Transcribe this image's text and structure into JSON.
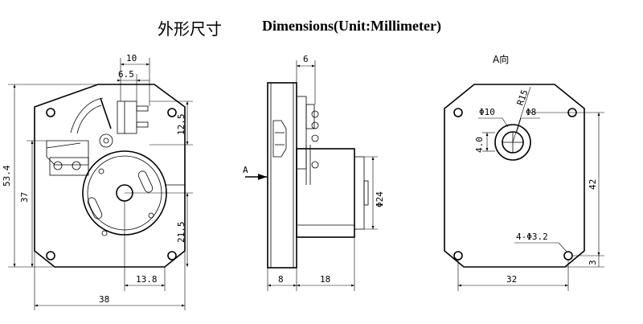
{
  "title": {
    "chinese": "外形尺寸",
    "english": "Dimensions(Unit:Millimeter)"
  },
  "front_view": {
    "dims": {
      "top_width": "10",
      "top_inner": "6.5",
      "right_upper": "12.5",
      "left_height": "53.4",
      "left_inner": "37",
      "right_lower": "21.5",
      "bottom_inner": "13.8",
      "bottom_width": "38"
    }
  },
  "side_view": {
    "dims": {
      "top_width": "6",
      "motor_diameter": "Φ24",
      "bottom_plate": "8",
      "bottom_motor": "18"
    },
    "arrow_label": "A"
  },
  "rear_view": {
    "view_label": "A向",
    "dims": {
      "radius": "R15",
      "hole_outer": "Φ10",
      "hole_inner": "Φ8",
      "vertical_small": "4.0",
      "right_height": "42",
      "holes": "4-Φ3.2",
      "bottom_gap": "3",
      "bottom_width": "32"
    }
  }
}
